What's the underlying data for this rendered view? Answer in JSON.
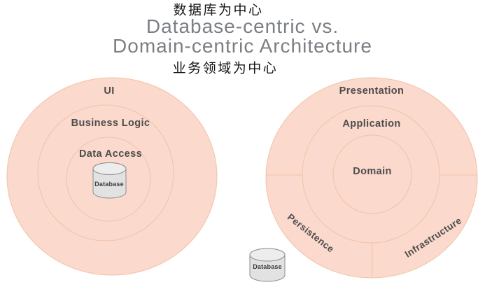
{
  "header": {
    "annotation_top": "数据库为中心",
    "title_line1": "Database-centric vs.",
    "title_line2": "Domain-centric Architecture",
    "annotation_bottom": "业务领域为中心"
  },
  "left_diagram": {
    "rings": [
      "UI",
      "Business Logic",
      "Data Access"
    ],
    "database_label": "Database"
  },
  "right_diagram": {
    "rings": [
      "Presentation",
      "Application",
      "Domain"
    ],
    "segments": [
      "Persistence",
      "Infrastructure"
    ],
    "database_label": "Database"
  },
  "colors": {
    "circle_fill": "#fbd9cc",
    "circle_stroke": "#f2c2a8",
    "cylinder_body": "#e2e2e2",
    "cylinder_top": "#ededed",
    "cylinder_stroke": "#8f8f8f",
    "ring_label_text": "#4d4d4d",
    "title_text": "#7b7f84",
    "annotation_text": "#141414"
  }
}
